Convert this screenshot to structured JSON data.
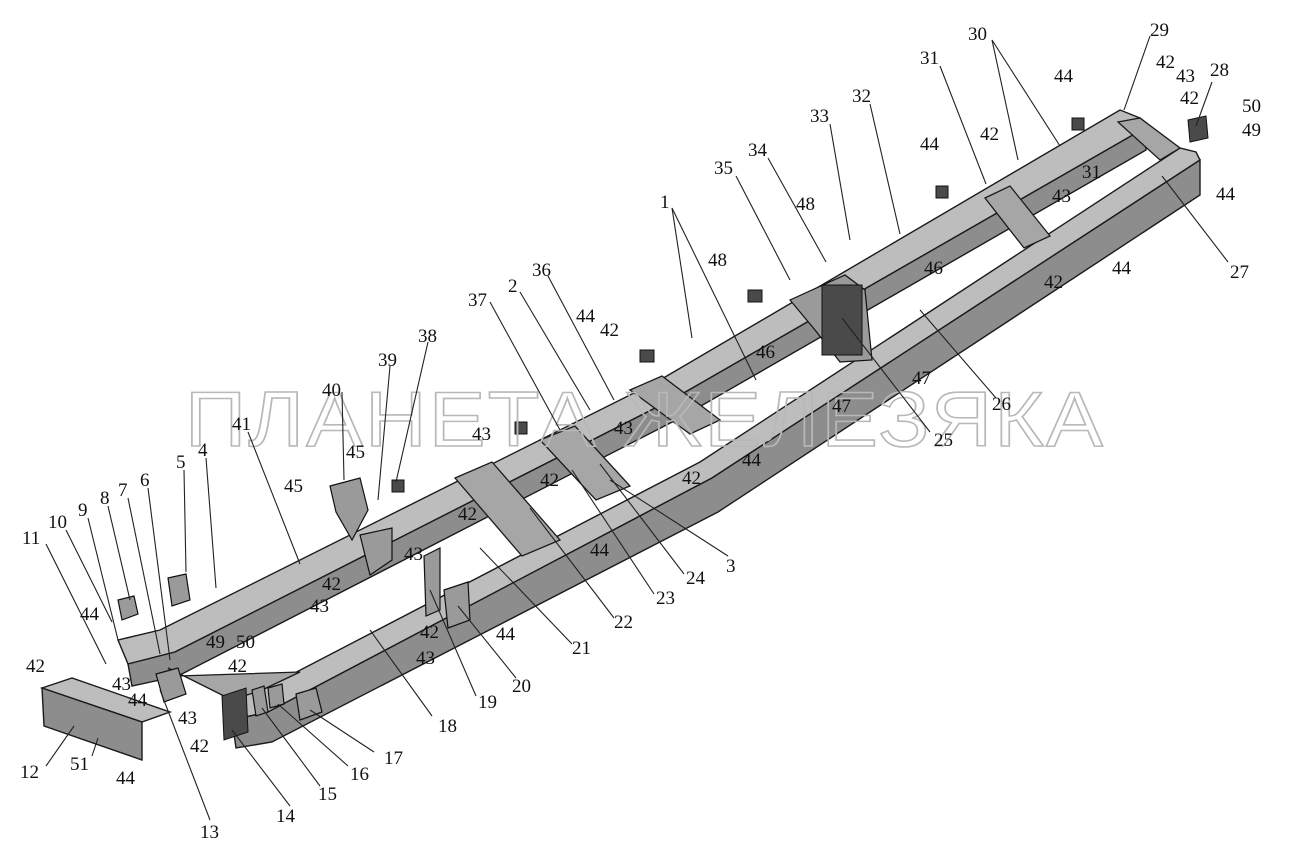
{
  "watermark": "ПЛАНЕТА ЖЕЛЕЗЯКА",
  "colors": {
    "frame": "#bdbdbd",
    "frame_side": "#8d8d8d",
    "ink": "#111111"
  },
  "callouts": {
    "c1": "1",
    "c2": "2",
    "c3": "3",
    "c4": "4",
    "c5": "5",
    "c6": "6",
    "c7": "7",
    "c8": "8",
    "c9": "9",
    "c10": "10",
    "c11": "11",
    "c12": "12",
    "c13": "13",
    "c14": "14",
    "c15": "15",
    "c16": "16",
    "c17": "17",
    "c18": "18",
    "c19": "19",
    "c20": "20",
    "c21": "21",
    "c22": "22",
    "c23": "23",
    "c24": "24",
    "c25": "25",
    "c26": "26",
    "c27": "27",
    "c28": "28",
    "c29": "29",
    "c30": "30",
    "c31": "31",
    "c32": "32",
    "c33": "33",
    "c34": "34",
    "c35": "35",
    "c36": "36",
    "c37": "37",
    "c38": "38",
    "c39": "39",
    "c40": "40",
    "c41": "41",
    "c42": "42",
    "c43": "43",
    "c44": "44",
    "c45": "45",
    "c46": "46",
    "c47": "47",
    "c48": "48",
    "c49": "49",
    "c50": "50",
    "c51": "51"
  }
}
